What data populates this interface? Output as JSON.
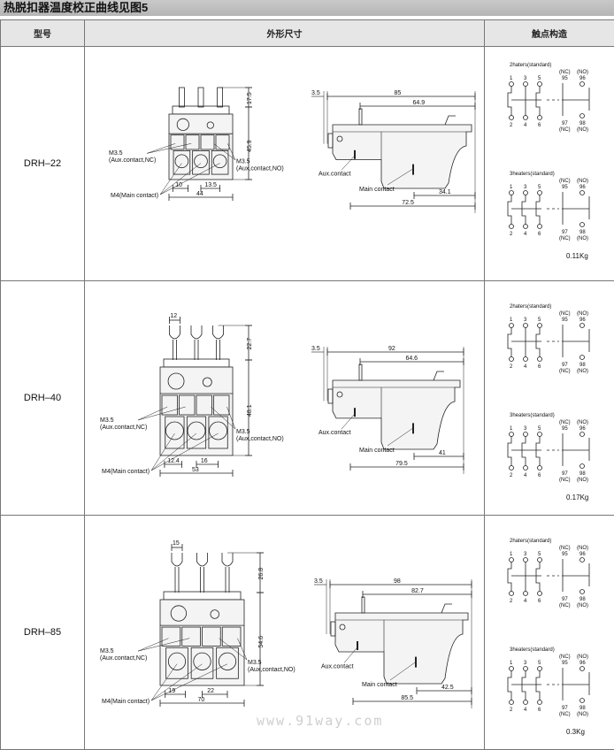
{
  "title": "热脱扣器温度校正曲线见图5",
  "headers": {
    "model": "型号",
    "dimensions": "外形尺寸",
    "contacts": "触点构造"
  },
  "labels": {
    "aux_nc": [
      "M3.5",
      "(Aux.contact,NC)"
    ],
    "aux_no": [
      "M3.5",
      "(Aux,contact,NO)"
    ],
    "main": "M4(Main contact)",
    "aux_contact": "Aux.contact",
    "main_contact": "Main contact"
  },
  "contacts": {
    "two_heaters": "2haters(standard)",
    "three_heaters": "3heaters(standard)",
    "nc": "(NC)",
    "no": "(NO)",
    "terminals_top": [
      "1",
      "3",
      "5"
    ],
    "terminals_bottom": [
      "2",
      "4",
      "6"
    ],
    "aux_top": [
      "95",
      "96"
    ],
    "aux_bottom": [
      "97",
      "98"
    ]
  },
  "rows": [
    {
      "model": "DRH–22",
      "weight": "0.11Kg",
      "front": {
        "pin_height": "17.5",
        "body_height": "45.9",
        "pitch_a": "10",
        "pitch_b": "13.5",
        "width": "44",
        "pin_width": ""
      },
      "side": {
        "offset": "3.5",
        "total": "85",
        "inner": "64.9",
        "main_pos": "34.1",
        "depth": "72.5"
      }
    },
    {
      "model": "DRH–40",
      "weight": "0.17Kg",
      "front": {
        "pin_height": "22.7",
        "body_height": "48.1",
        "pitch_a": "12.4",
        "pitch_b": "16",
        "width": "53",
        "pin_width": "12"
      },
      "side": {
        "offset": "3.5",
        "total": "92",
        "inner": "64.6",
        "main_pos": "41",
        "depth": "79.5"
      }
    },
    {
      "model": "DRH–85",
      "weight": "0.3Kg",
      "front": {
        "pin_height": "26.8",
        "body_height": "54.6",
        "pitch_a": "19",
        "pitch_b": "22",
        "width": "70",
        "pin_width": "15"
      },
      "side": {
        "offset": "3.5",
        "total": "98",
        "inner": "82.7",
        "main_pos": "42.5",
        "depth": "85.5"
      }
    }
  ],
  "watermark": "www.91way.com"
}
